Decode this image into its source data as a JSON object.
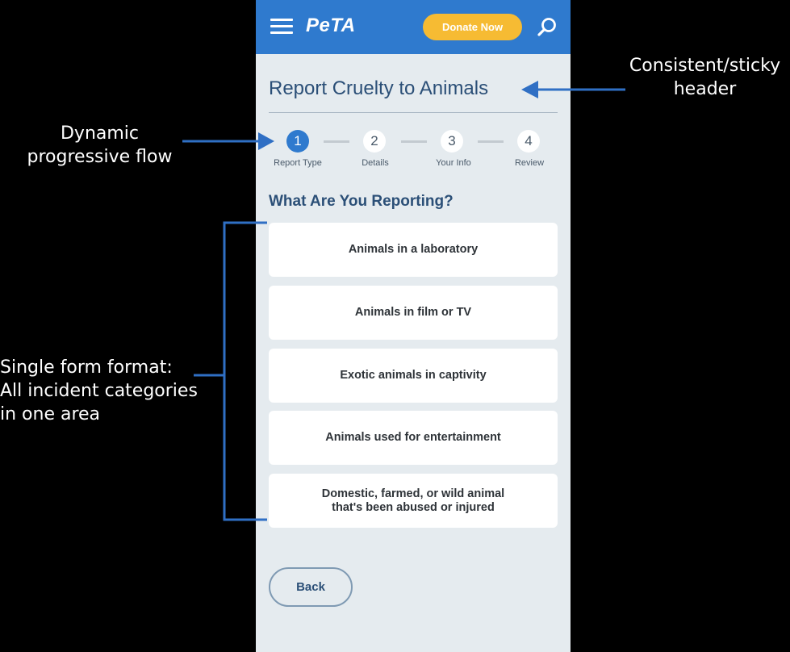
{
  "header": {
    "logo_text": "PeTA",
    "donate_label": "Donate Now",
    "icons": {
      "menu": "hamburger-menu-icon",
      "search": "search-icon"
    }
  },
  "page": {
    "title": "Report Cruelty to Animals",
    "section_heading": "What Are You Reporting?"
  },
  "stepper": {
    "steps": [
      {
        "number": "1",
        "label": "Report Type",
        "active": true
      },
      {
        "number": "2",
        "label": "Details",
        "active": false
      },
      {
        "number": "3",
        "label": "Your Info",
        "active": false
      },
      {
        "number": "4",
        "label": "Review",
        "active": false
      }
    ]
  },
  "options": [
    {
      "label": "Animals in a laboratory"
    },
    {
      "label": "Animals in film or TV"
    },
    {
      "label": "Exotic animals in captivity"
    },
    {
      "label": "Animals used for entertainment"
    },
    {
      "label": "Domestic, farmed, or wild animal\nthat's been abused or injured"
    }
  ],
  "back_label": "Back",
  "annotations": {
    "sticky_header": [
      "Consistent/sticky",
      "header"
    ],
    "progressive_flow": [
      "Dynamic",
      "progressive flow"
    ],
    "single_form": [
      "Single form format:",
      "All incident categories",
      "in one area"
    ]
  },
  "colors": {
    "brand_blue": "#2f7ace",
    "donate_yellow": "#f6bb33",
    "screen_bg": "#e5ebef",
    "title_navy": "#2b4f77",
    "annotation_line": "#2f6fc4"
  }
}
